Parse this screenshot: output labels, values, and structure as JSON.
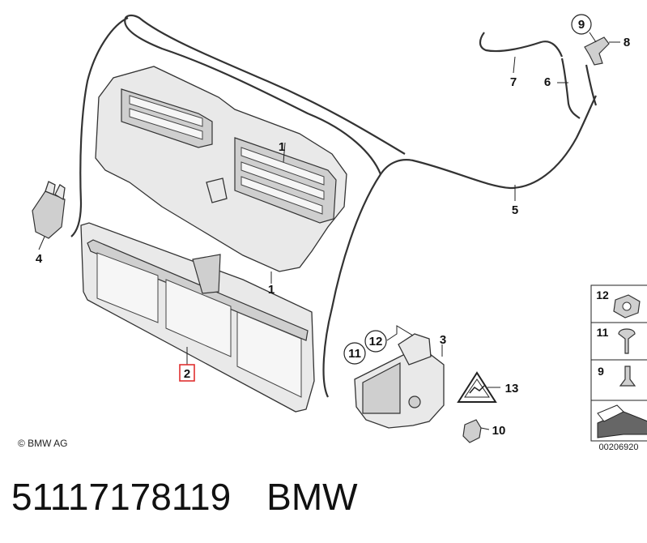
{
  "diagram": {
    "callouts": {
      "c1": "1",
      "c2": "2",
      "c3": "3",
      "c4": "4",
      "c5": "5",
      "c6": "6",
      "c7": "7",
      "c8": "8",
      "c9": "9",
      "c10": "10",
      "c11": "11",
      "c12": "12",
      "c13": "13"
    },
    "legend": {
      "n12": "12",
      "n11": "11",
      "n9": "9",
      "ref": "00206920"
    },
    "copyright": "© BMW AG"
  },
  "caption": {
    "part_number": "51117178119",
    "brand": "BMW"
  },
  "colors": {
    "highlight": "#e03030",
    "line": "#222222"
  }
}
